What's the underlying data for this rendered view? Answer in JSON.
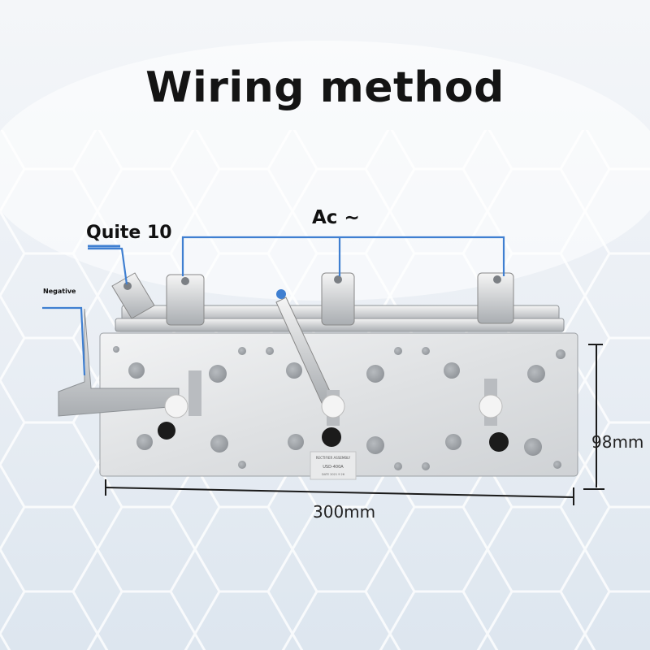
{
  "title": "Wiring method",
  "labels": {
    "ac": "Ac ~",
    "quite": "Quite 10",
    "negative": "Negative"
  },
  "dimensions": {
    "width": "300mm",
    "height": "98mm"
  },
  "nameplate": {
    "line1": "RECTIFIER ASSEMBLY",
    "line2": "USD-400A",
    "line3": "DATE 2021 9 26"
  },
  "colors": {
    "callout_line": "#3f7fd1",
    "plate": "#e4e6e8",
    "dim_line": "#1a1a1a"
  }
}
